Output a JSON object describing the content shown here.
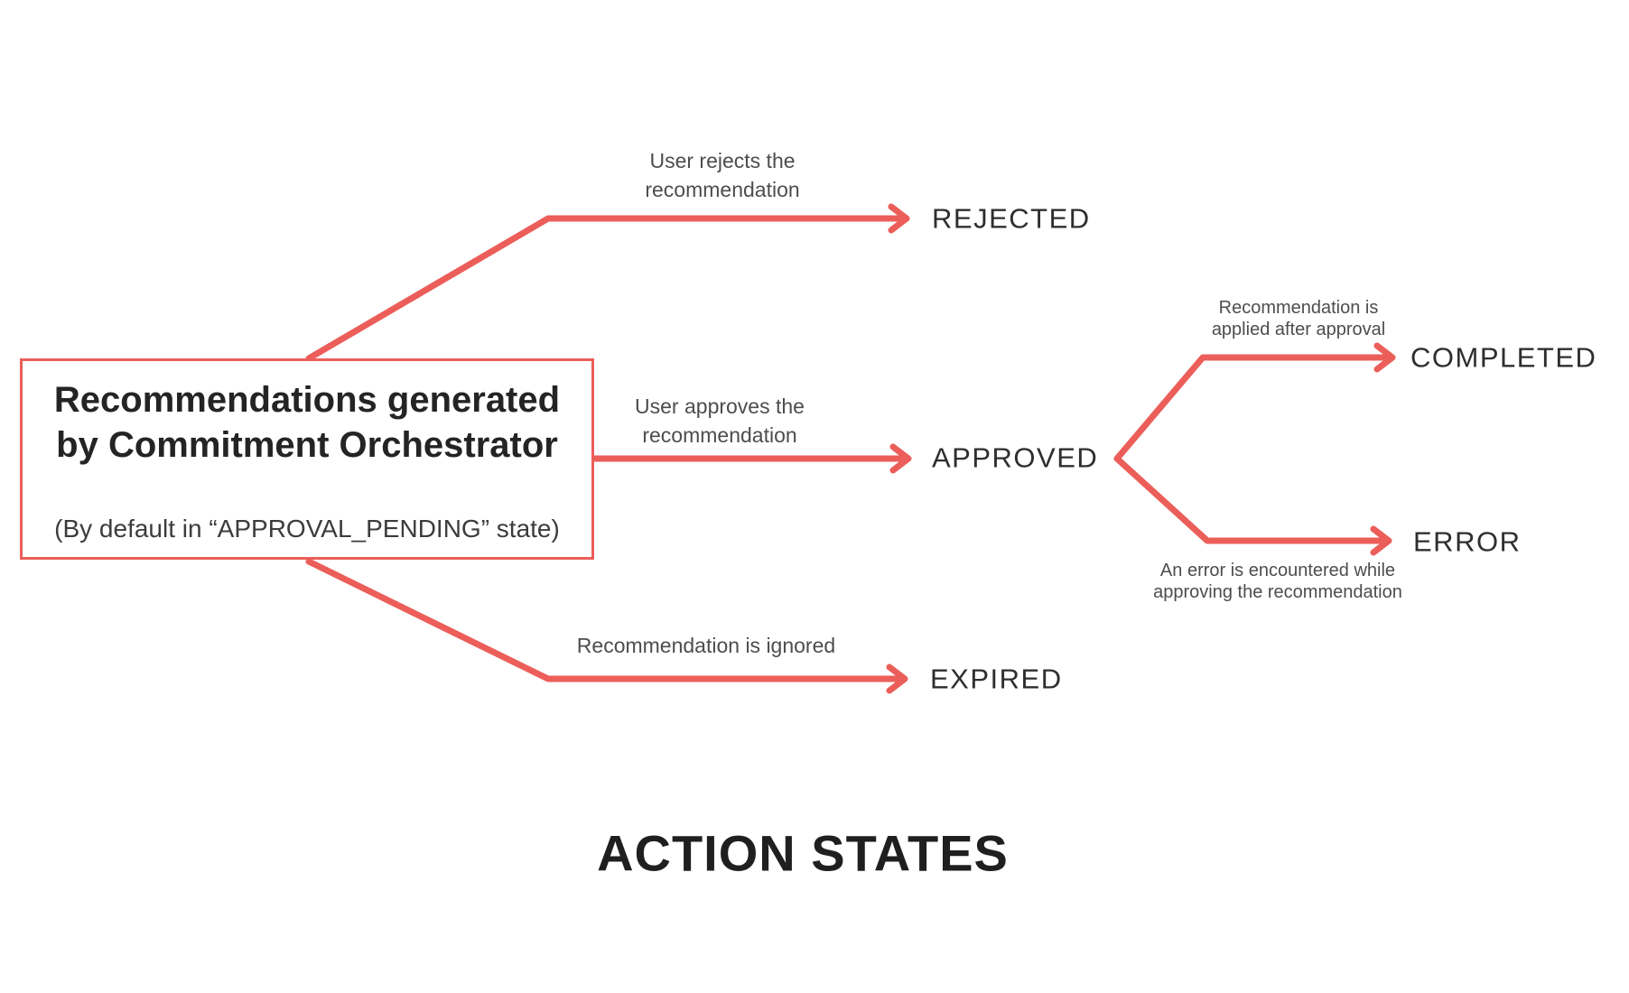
{
  "diagram": {
    "source_box": {
      "title_line1": "Recommendations generated",
      "title_line2": "by Commitment Orchestrator",
      "subtitle": "(By default in “APPROVAL_PENDING” state)"
    },
    "states": {
      "rejected": "REJECTED",
      "approved": "APPROVED",
      "expired": "EXPIRED",
      "completed": "COMPLETED",
      "error": "ERROR"
    },
    "edge_labels": {
      "reject_line1": "User rejects the",
      "reject_line2": "recommendation",
      "approve_line1": "User approves the",
      "approve_line2": "recommendation",
      "ignore_line1": "Recommendation is ignored",
      "completed_line1": "Recommendation is",
      "completed_line2": "applied after approval",
      "error_line1": "An error is encountered while",
      "error_line2": "approving the recommendation"
    },
    "footer_title": "ACTION STATES",
    "colors": {
      "accent": "#ec5e59",
      "title_text": "#242424",
      "state_text": "#2e2e2e",
      "label_text": "#4d4d4d",
      "footer_text": "#1f1f1f"
    }
  }
}
